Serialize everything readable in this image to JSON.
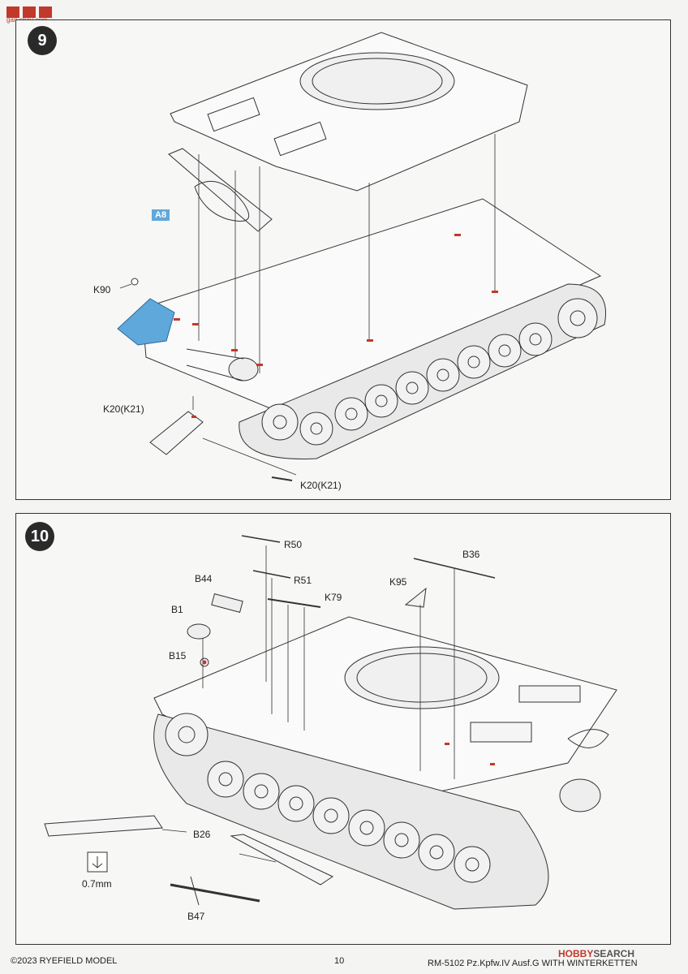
{
  "watermark": {
    "site": "gan-shou.com"
  },
  "step9": {
    "number": "9",
    "callout": "A8",
    "labels": {
      "k90": "K90",
      "k20_a": "K20(K21)",
      "k20_b": "K20(K21)"
    },
    "highlight_color": "#5fa8dc",
    "marker_color": "#c0392b"
  },
  "step10": {
    "number": "10",
    "labels": {
      "r50": "R50",
      "r51": "R51",
      "k79": "K79",
      "b36": "B36",
      "k95": "K95",
      "b44": "B44",
      "b1": "B1",
      "b15": "B15",
      "b26": "B26",
      "b47": "B47",
      "thickness": "0.7mm"
    }
  },
  "footer": {
    "copyright": "©2023 RYEFIELD MODEL",
    "page": "10",
    "title": "RM-5102 Pz.Kpfw.IV Ausf.G WITH WINTERKETTEN",
    "logo_a": "HOBBY",
    "logo_b": "SEARCH"
  }
}
